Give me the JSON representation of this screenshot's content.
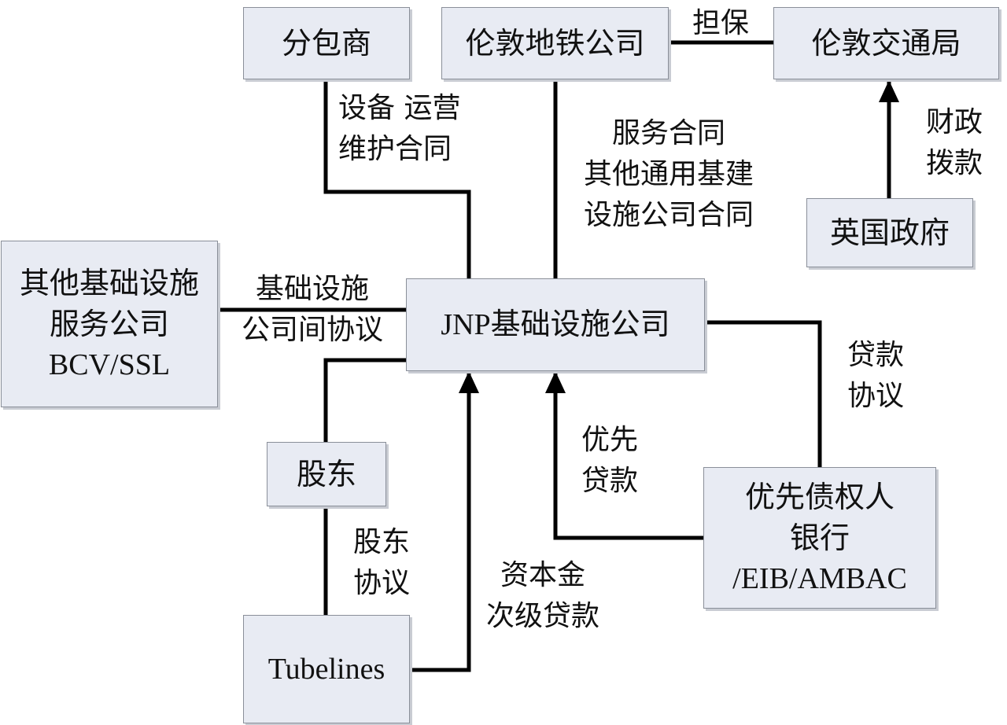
{
  "nodes": {
    "subcontractor": "分包商",
    "london_underground": "伦敦地铁公司",
    "transport_for_london": "伦敦交通局",
    "uk_government": "英国政府",
    "jnp": "JNP基础设施公司",
    "other_infra": [
      "其他基础设施",
      "服务公司",
      "BCV/SSL"
    ],
    "shareholders": "股东",
    "tubelines": "Tubelines",
    "senior_creditors": [
      "优先债权人",
      "银行",
      "/EIB/AMBAC"
    ]
  },
  "edge_labels": {
    "guarantee": "担保",
    "equipment_contract": [
      "设备 运营",
      "维护合同"
    ],
    "service_contract": [
      "服务合同",
      "其他通用基建",
      "设施公司合同"
    ],
    "fiscal_allocation": [
      "财政",
      "拨款"
    ],
    "inter_company_agreement": [
      "基础设施",
      "公司间协议"
    ],
    "loan_agreement": [
      "贷款",
      "协议"
    ],
    "senior_loan": [
      "优先",
      "贷款"
    ],
    "shareholder_agreement": [
      "股东",
      "协议"
    ],
    "capital_subordinated": [
      "资本金",
      "次级贷款"
    ]
  }
}
